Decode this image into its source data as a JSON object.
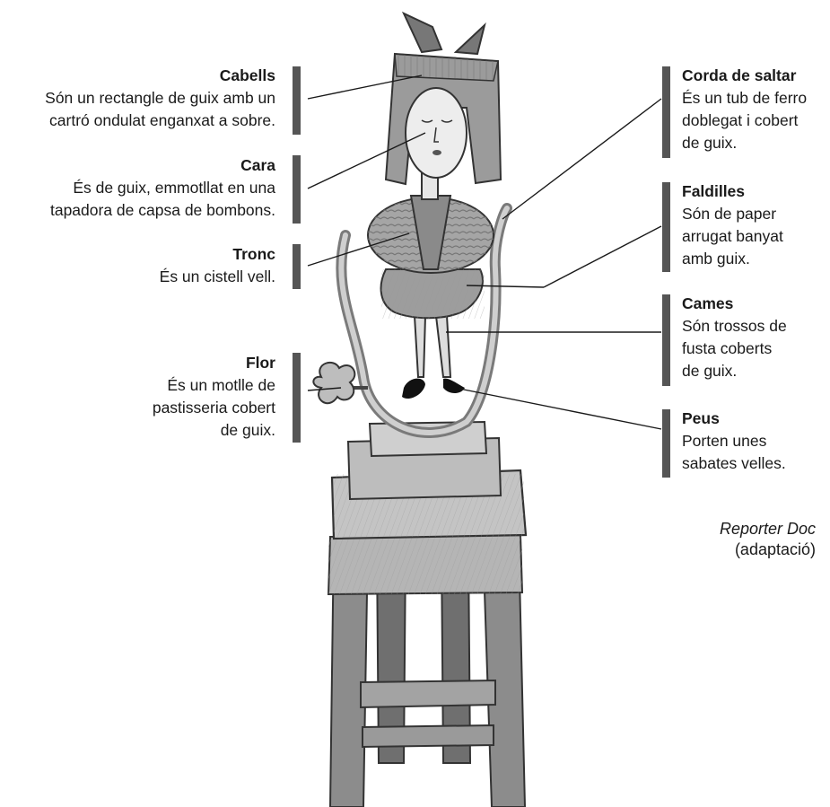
{
  "callouts": {
    "cabells": {
      "title": "Cabells",
      "desc": [
        "Són un rectangle de guix amb un",
        "cartró ondulat enganxat a sobre."
      ]
    },
    "cara": {
      "title": "Cara",
      "desc": [
        "És de guix, emmotllat en una",
        "tapadora de capsa de bombons."
      ]
    },
    "tronc": {
      "title": "Tronc",
      "desc": [
        "És un cistell vell."
      ]
    },
    "flor": {
      "title": "Flor",
      "desc": [
        "És un motlle de",
        "pastisseria cobert",
        "de guix."
      ]
    },
    "corda": {
      "title": "Corda de saltar",
      "desc": [
        "És un tub de ferro",
        "doblegat i cobert",
        "de guix."
      ]
    },
    "faldilles": {
      "title": "Faldilles",
      "desc": [
        "Són de paper",
        "arrugat banyat",
        "amb guix."
      ]
    },
    "cames": {
      "title": "Cames",
      "desc": [
        "Són trossos de",
        "fusta coberts",
        "de guix."
      ]
    },
    "peus": {
      "title": "Peus",
      "desc": [
        "Porten unes",
        "sabates velles."
      ]
    }
  },
  "credit": {
    "source": "Reporter Doc",
    "note": "(adaptació)"
  }
}
